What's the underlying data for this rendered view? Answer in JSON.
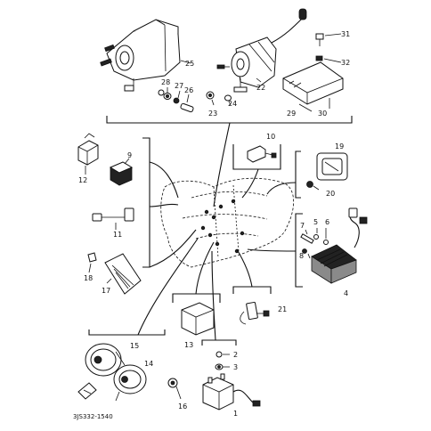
{
  "diagram": {
    "code": "3JS332-1540",
    "labels": {
      "p1": "1",
      "p2": "2",
      "p3": "3",
      "p4": "4",
      "p5": "5",
      "p6": "6",
      "p7": "7",
      "p8": "8",
      "p9": "9",
      "p10": "10",
      "p11": "11",
      "p12": "12",
      "p13": "13",
      "p14": "14",
      "p15": "15",
      "p16": "16",
      "p17": "17",
      "p18": "18",
      "p19": "19",
      "p20": "20",
      "p21": "21",
      "p22": "22",
      "p23": "23",
      "p24": "24",
      "p25": "25",
      "p26": "26",
      "p27": "27",
      "p28": "28",
      "p29": "29",
      "p30": "30",
      "p31": "31",
      "p32": "32"
    }
  }
}
